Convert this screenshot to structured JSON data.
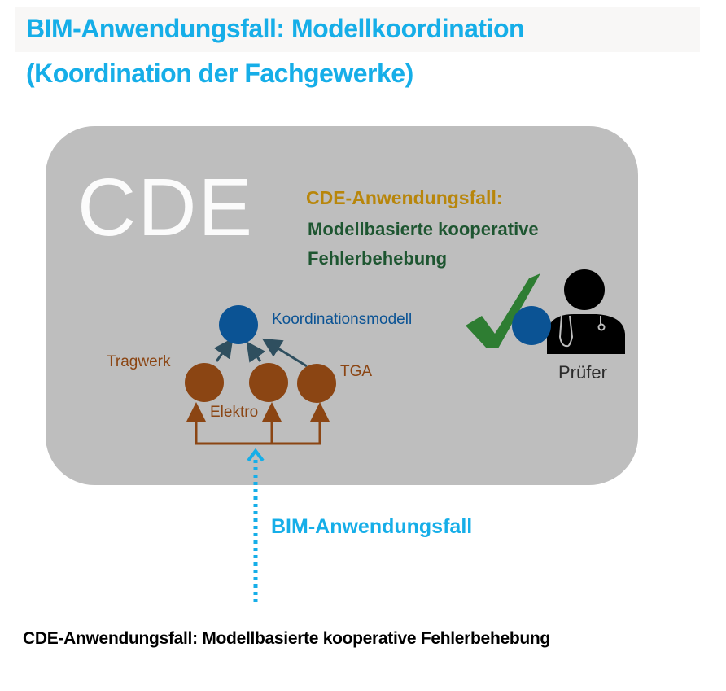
{
  "title": {
    "line1": "BIM-Anwendungsfall: Modellkoordination",
    "line2": "(Koordination der Fachgewerke)"
  },
  "cde_box": {
    "label": "CDE",
    "use_case_heading": "CDE-Anwendungsfall:",
    "use_case_line1": "Modellbasierte kooperative",
    "use_case_line2": "Fehlerbehebung"
  },
  "nodes": {
    "coordination_model": "Koordinationsmodell",
    "structure": "Tragwerk",
    "electrical": "Elektro",
    "mep": "TGA"
  },
  "reviewer": {
    "label": "Prüfer",
    "icons": [
      "check-icon",
      "model-dot-icon",
      "doctor-icon"
    ]
  },
  "bim_arrow_label": "BIM-Anwendungsfall",
  "caption": "CDE-Anwendungsfall: Modellbasierte kooperative Fehlerbehebung",
  "colors": {
    "title_blue": "#16aee8",
    "cde_box": "#bebebe",
    "heading_gold": "#b8860b",
    "desc_green": "#1e5631",
    "node_blue": "#0b5394",
    "node_brown": "#8b4513",
    "arrow_dark": "#2f4f5f",
    "check_green": "#2e7d32"
  }
}
